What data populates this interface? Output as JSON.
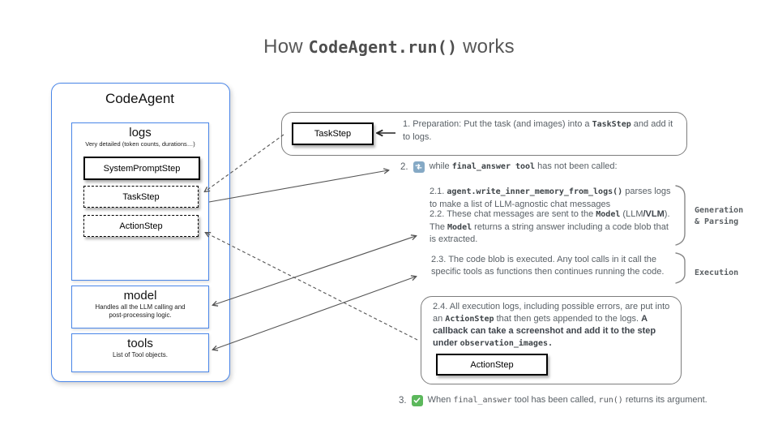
{
  "title": {
    "pre": "How ",
    "code": "CodeAgent.run()",
    "post": " works"
  },
  "agent": {
    "name": "CodeAgent",
    "logs": {
      "title": "logs",
      "subtitle": "Very detailed (token counts, durations…)",
      "steps": [
        {
          "label": "SystemPromptStep"
        },
        {
          "label": "TaskStep"
        },
        {
          "label": "ActionStep"
        }
      ]
    },
    "model": {
      "title": "model",
      "subtitle": "Handles all the LLM calling and post-processing logic."
    },
    "tools": {
      "title": "tools",
      "subtitle": "List of Tool objects."
    }
  },
  "steps": {
    "step1": {
      "box_label": "TaskStep",
      "segments": [
        {
          "t": "1.  Preparation: Put the task (and images) into a ",
          "s": "p"
        },
        {
          "t": "TaskStep",
          "s": "m"
        },
        {
          "t": " and add it to logs.",
          "s": "p"
        }
      ]
    },
    "step2": {
      "number": "2.",
      "icon": "repeat-icon",
      "segments": [
        {
          "t": "while ",
          "s": "p"
        },
        {
          "t": "final_answer tool",
          "s": "m"
        },
        {
          "t": " has not been called:",
          "s": "p"
        }
      ]
    },
    "step21": {
      "segments": [
        {
          "t": "2.1. ",
          "s": "p"
        },
        {
          "t": "agent.write_inner_memory_from_logs()",
          "s": "m"
        },
        {
          "t": " parses logs to make a list of LLM-agnostic chat messages",
          "s": "p"
        }
      ]
    },
    "step22": {
      "segments": [
        {
          "t": "2.2. These chat messages are sent to the ",
          "s": "p"
        },
        {
          "t": "Model",
          "s": "m"
        },
        {
          "t": " (LLM",
          "s": "p"
        },
        {
          "t": "/VLM",
          "s": "b"
        },
        {
          "t": "). The ",
          "s": "p"
        },
        {
          "t": "Model",
          "s": "m"
        },
        {
          "t": " returns a string answer including a code blob that is extracted.",
          "s": "p"
        }
      ]
    },
    "step23": {
      "segments": [
        {
          "t": "2.3. The code blob is executed. Any tool calls in it call the specific tools as functions then continues running the code.",
          "s": "p"
        }
      ]
    },
    "step24": {
      "box_label": "ActionStep",
      "segments": [
        {
          "t": "2.4. All execution logs, including possible errors, are put into an ",
          "s": "p"
        },
        {
          "t": "ActionStep",
          "s": "m"
        },
        {
          "t": " that then gets appended to the logs. ",
          "s": "p"
        },
        {
          "t": "A callback can take a screenshot and add it to the step under ",
          "s": "b"
        },
        {
          "t": "observation_images.",
          "s": "m"
        }
      ]
    },
    "step3": {
      "number": "3.",
      "icon": "check-icon",
      "segments": [
        {
          "t": "When ",
          "s": "p"
        },
        {
          "t": "final_answer",
          "s": "c"
        },
        {
          "t": " tool has been called, ",
          "s": "p"
        },
        {
          "t": "run()",
          "s": "c"
        },
        {
          "t": " returns its argument.",
          "s": "p"
        }
      ]
    }
  },
  "side_labels": {
    "generation": "Generation\n& Parsing",
    "execution": "Execution"
  },
  "colors": {
    "blue": "#4a86e8",
    "border_gray": "#7d7d7d",
    "arrow": "#555555",
    "gray_text": "#596066",
    "green": "#5cb85c",
    "icon_blue": "#85a9c5"
  }
}
